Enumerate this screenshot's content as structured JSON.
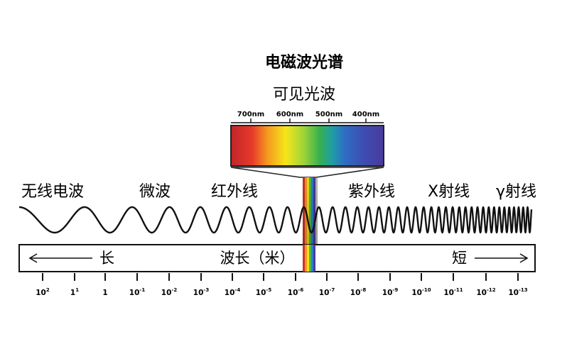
{
  "title": "电磁波光谱",
  "visible_light": {
    "label": "可见光波",
    "nm_labels": [
      "700nm",
      "600nm",
      "500nm",
      "400nm"
    ]
  },
  "bands": [
    "无线电波",
    "微波",
    "红外线",
    "紫外线",
    "X射线",
    "γ射线"
  ],
  "scale": {
    "long": "长",
    "axis": "波长（米）",
    "short": "短"
  },
  "ticks": [
    {
      "base": "10",
      "exp": "2"
    },
    {
      "base": "1",
      "exp": "1"
    },
    {
      "base": "1",
      "exp": ""
    },
    {
      "base": "10",
      "exp": "-1"
    },
    {
      "base": "10",
      "exp": "-2"
    },
    {
      "base": "10",
      "exp": "-3"
    },
    {
      "base": "10",
      "exp": "-4"
    },
    {
      "base": "10",
      "exp": "-5"
    },
    {
      "base": "10",
      "exp": "-6"
    },
    {
      "base": "10",
      "exp": "-7"
    },
    {
      "base": "10",
      "exp": "-8"
    },
    {
      "base": "10",
      "exp": "-9"
    },
    {
      "base": "10",
      "exp": "-10"
    },
    {
      "base": "10",
      "exp": "-11"
    },
    {
      "base": "10",
      "exp": "-12"
    },
    {
      "base": "10",
      "exp": "-13"
    }
  ],
  "colors": {
    "line": "#111111",
    "spectrum": [
      "#c0252b",
      "#e83a2a",
      "#f59a1f",
      "#f6e61a",
      "#57c23b",
      "#1f9fa0",
      "#3a5fbf",
      "#4a3a9e"
    ]
  }
}
